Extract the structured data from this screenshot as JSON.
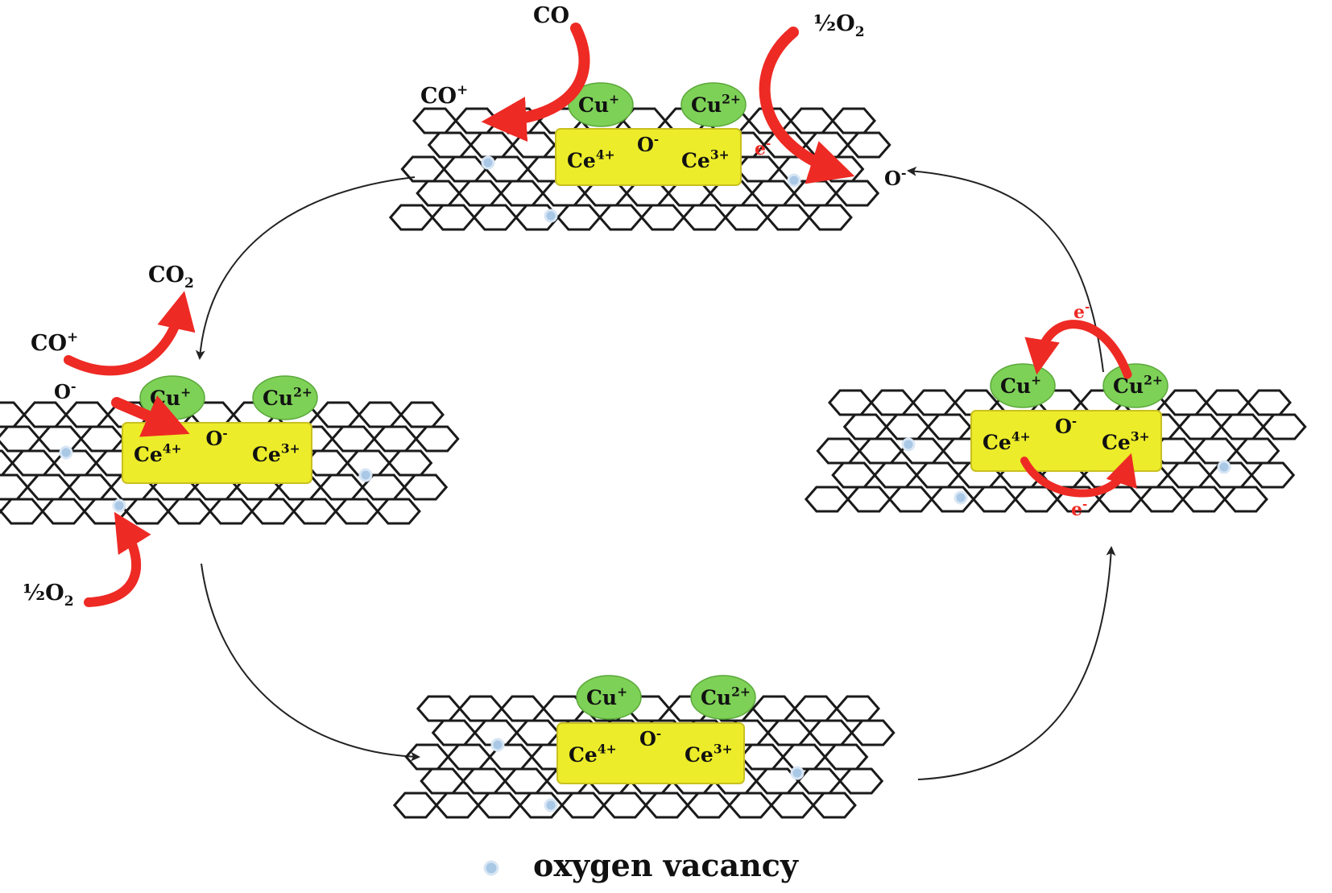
{
  "colors": {
    "background": "#ffffff",
    "lattice": "#1a1a1a",
    "ceria_block": "#ecec2a",
    "ceria_border": "#c9c020",
    "cu_ellipse": "#7ed157",
    "cu_border": "#5aa83a",
    "vacancy": "#a9c8e6",
    "reaction_arrow": "#ee2a24",
    "electron_text": "#ee2a24",
    "cycle_arrow": "#222222"
  },
  "species": {
    "cu_plus": {
      "base": "Cu",
      "sup": "+"
    },
    "cu_2plus": {
      "base": "Cu",
      "sup": "2+"
    },
    "ce_4plus": {
      "base": "Ce",
      "sup": "4+"
    },
    "ce_3plus": {
      "base": "Ce",
      "sup": "3+"
    },
    "o_minus": {
      "base": "O",
      "sup": "-"
    },
    "electron": {
      "base": "e",
      "sup": "-"
    }
  },
  "gases": {
    "co": "CO",
    "co_plus": {
      "base": "CO",
      "sup": "+"
    },
    "co2": {
      "base": "CO",
      "sub": "2"
    },
    "half_o2": {
      "base": "½O",
      "sub": "2"
    }
  },
  "legend": {
    "icon": "vacancy-dot-icon",
    "label": "oxygen vacancy"
  }
}
